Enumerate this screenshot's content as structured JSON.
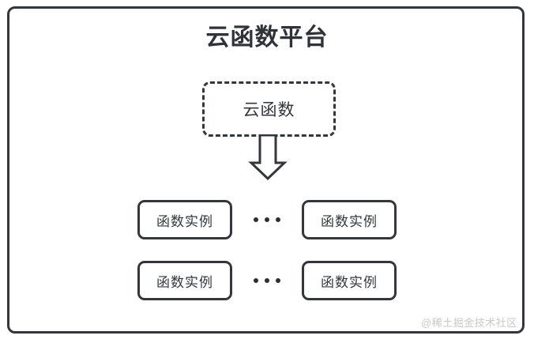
{
  "diagram": {
    "title": "云函数平台",
    "cloud_function": {
      "label": "云函数",
      "border_style": "dashed"
    },
    "arrow": {
      "name": "down-block-arrow",
      "direction": "down"
    },
    "rows": [
      {
        "left_instance": "函数实例",
        "ellipsis": "•••",
        "right_instance": "函数实例"
      },
      {
        "left_instance": "函数实例",
        "ellipsis": "•••",
        "right_instance": "函数实例"
      }
    ],
    "watermark": "@稀土掘金技术社区",
    "colors": {
      "stroke": "#33373c",
      "text": "#33373c",
      "title": "#2f3338",
      "background": "#ffffff",
      "watermark": "#c9c9c9"
    }
  }
}
